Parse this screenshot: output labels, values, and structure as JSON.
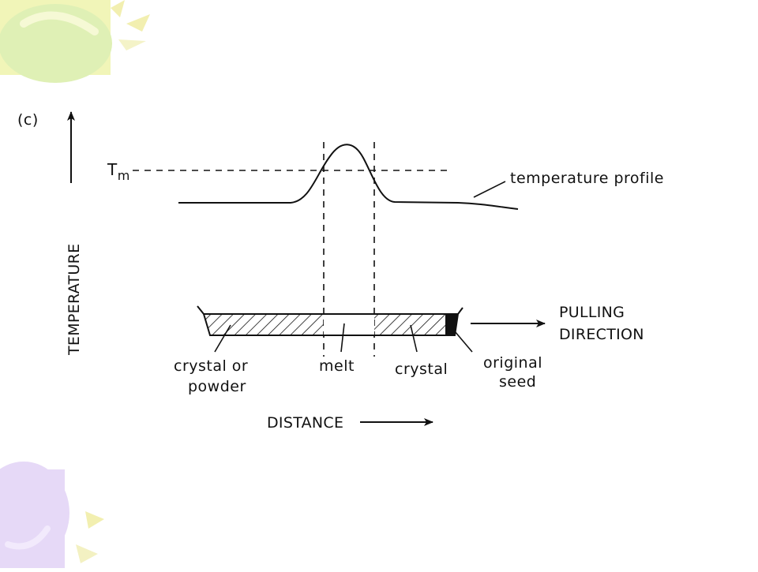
{
  "figure": {
    "panel_label": "(c)",
    "tm_symbol": "T",
    "tm_subscript": "m",
    "temperature_axis_label": "TEMPERATURE",
    "distance_axis_label": "DISTANCE",
    "profile_label": "temperature profile",
    "pulling_direction": {
      "line1": "PULLING",
      "line2": "DIRECTION"
    },
    "regions": {
      "crystal_or_powder": {
        "line1": "crystal or",
        "line2": "powder"
      },
      "melt": "melt",
      "crystal": "crystal",
      "original_seed": {
        "line1": "original",
        "line2": "seed"
      }
    }
  },
  "colors": {
    "ink": "#111111",
    "background": "#ffffff",
    "deco_yellow": "#f1f5b8",
    "deco_green": "#dff0b5",
    "deco_lavender": "#e6d9f7"
  },
  "decorations": {
    "top_left": "sun-blob",
    "bottom_left": "lavender-sun-blob"
  }
}
